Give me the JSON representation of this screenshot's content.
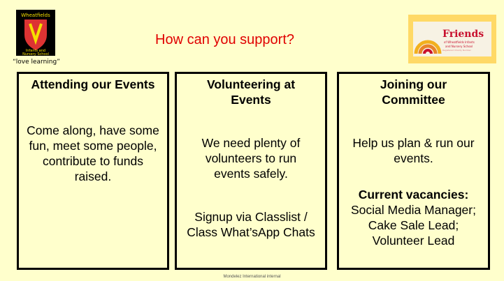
{
  "header": {
    "title": "How can you support?",
    "motto": "“love learning”",
    "school_logo_text": "Wheatfields Infants and Nursery School",
    "friends_logo": {
      "title": "Friends",
      "subtitle": "of Wheatfields Infants and Nursery School",
      "charity": "Registered Charity Number"
    }
  },
  "columns": [
    {
      "heading": "Attending our Events",
      "body": "Come along, have some fun, meet some people, contribute to funds raised."
    },
    {
      "heading": "Volunteering at Events",
      "body": "We need plenty of volunteers to run events safely.",
      "extra": "Signup via Classlist / Class What’sApp Chats"
    },
    {
      "heading": "Joining our Committee",
      "body": "Help us plan & run our events.",
      "vacancies_label": "Current vacancies:",
      "vacancies": "Social Media Manager; Cake Sale Lead; Volunteer Lead"
    }
  ],
  "footer": "Mondelez International internal"
}
